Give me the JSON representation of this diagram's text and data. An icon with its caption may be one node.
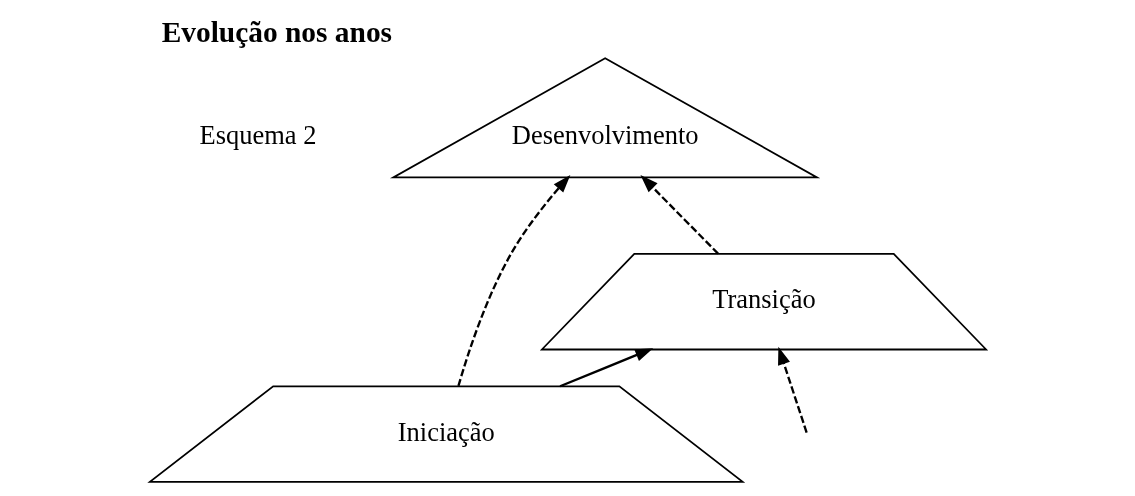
{
  "diagram": {
    "title": "Evolução nos anos",
    "nodes": [
      {
        "text": [
          "Desenvolvimento"
        ]
      },
      {
        "text": [
          "Transição"
        ]
      },
      {
        "text": [
          "Iniciação"
        ]
      }
    ],
    "edges": [
      {
        "from": 2,
        "to": 1,
        "arrow": "to"
      },
      {
        "from": 2,
        "to": 0,
        "arrow": "to",
        "style": "dashed"
      },
      {
        "from": null,
        "to": 1,
        "arrow": "to",
        "style": "dashed"
      },
      {
        "from": 1,
        "to": 0,
        "arrow": "to",
        "style": "dashed"
      }
    ],
    "labels": [
      "Esquema 2"
    ]
  }
}
